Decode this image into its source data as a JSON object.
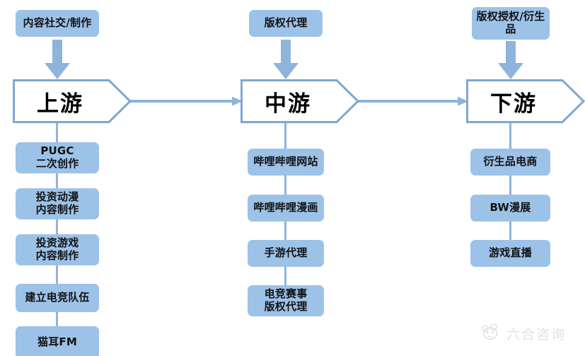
{
  "diagram": {
    "title": "Bilibili industry chain upstream / midstream / downstream",
    "colors": {
      "box_fill": "#9dc2e8",
      "chevron_stroke": "#7ea7d4",
      "chevron_fill": "#ffffff",
      "connector": "#8fb4dc",
      "arrow": "#8fb4dc",
      "text": "#111111",
      "background": "#ffffff"
    },
    "columns": [
      {
        "id": "upstream",
        "top_label": "内容社交/制作",
        "stage": "上游",
        "items": [
          "PUGC\n二次创作",
          "投资动漫\n内容制作",
          "投资游戏\n内容制作",
          "建立电竞队伍",
          "猫耳FM"
        ]
      },
      {
        "id": "midstream",
        "top_label": "版权代理",
        "stage": "中游",
        "items": [
          "哔哩哔哩网站",
          "哔哩哔哩漫画",
          "手游代理",
          "电竞赛事\n版权代理"
        ]
      },
      {
        "id": "downstream",
        "top_label": "版权授权/衍生品",
        "stage": "下游",
        "items": [
          "衍生品电商",
          "BW漫展",
          "游戏直播"
        ]
      }
    ]
  },
  "watermark": {
    "text": "六合咨询",
    "icon": "panda-logo-icon"
  }
}
